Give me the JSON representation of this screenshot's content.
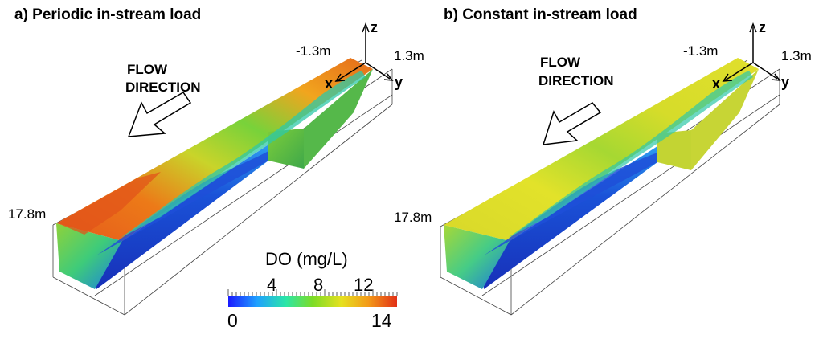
{
  "panels": [
    {
      "title": "a) Periodic in-stream load",
      "flow_label": [
        "FLOW",
        "DIRECTION"
      ],
      "length_label": "17.8m",
      "width_min_label": "-1.3m",
      "width_max_label": "1.3m",
      "axes": {
        "x": "x",
        "y": "y",
        "z": "z"
      }
    },
    {
      "title": "b) Constant in-stream load",
      "flow_label": [
        "FLOW",
        "DIRECTION"
      ],
      "length_label": "17.8m",
      "width_min_label": "-1.3m",
      "width_max_label": "1.3m",
      "axes": {
        "x": "x",
        "y": "y",
        "z": "z"
      }
    }
  ],
  "colorbar": {
    "title": "DO (mg/L)",
    "min": 0,
    "max": 14,
    "major_labels": [
      "4",
      "8",
      "12"
    ],
    "end_labels": [
      "0",
      "14"
    ],
    "colors": [
      "#1a1aff",
      "#1fa0ff",
      "#2ae6a8",
      "#7cdc26",
      "#e6e11f",
      "#f39a18",
      "#e23017"
    ]
  }
}
